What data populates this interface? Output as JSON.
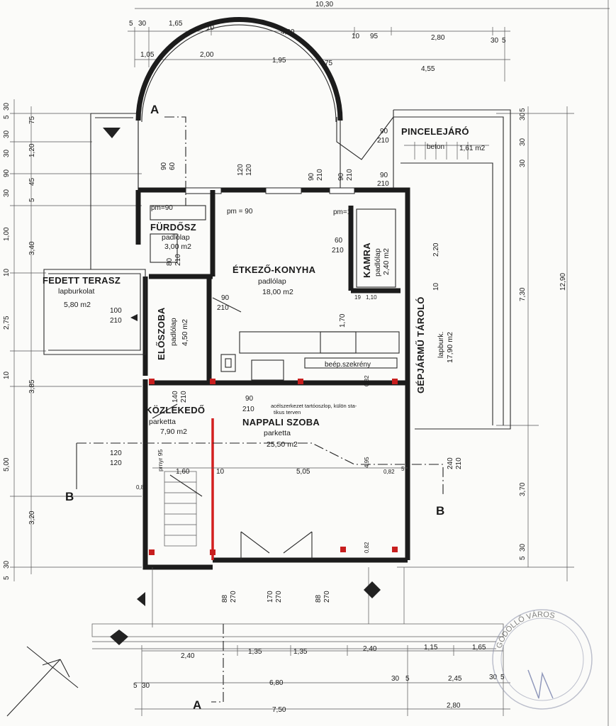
{
  "rooms": {
    "furdoszoba": {
      "name": "FÜRDŐSZ",
      "floor": "padlólap",
      "area": "3,00 m2"
    },
    "etkezo_konyha": {
      "name": "ÉTKEZŐ-KONYHA",
      "floor": "padlólap",
      "area": "18,00 m2"
    },
    "kamra": {
      "name": "KAMRA",
      "floor": "padlólap",
      "area": "2,40 m2"
    },
    "fedett_terasz": {
      "name": "FEDETT TERASZ",
      "floor": "lapburkolat",
      "area": "5,80 m2"
    },
    "eloszoba": {
      "name": "ELŐSZOBA",
      "floor": "padlólap",
      "area": "4,50 m2"
    },
    "kozlekedo": {
      "name": "KÖZLEKEDŐ",
      "floor": "parketta",
      "area": "7,90 m2"
    },
    "nappali": {
      "name": "NAPPALI SZOBA",
      "floor": "parketta",
      "area": "25,50 m2"
    },
    "garazs": {
      "name": "GÉPJÁRMŰ TÁROLÓ",
      "floor": "lapburk.",
      "area": "17,90 m2"
    },
    "pincelejaro": {
      "name": "PINCELEJÁRÓ",
      "floor": "beton",
      "area": "1,61 m2"
    }
  },
  "section_marks": {
    "a": "A",
    "b": "B"
  },
  "notes": {
    "pm_90_a": "pm=90",
    "pm_90_b": "pm = 90",
    "pm_1": "pm=1",
    "beep_szekreny": "beép.szekrény",
    "oszlop_note_1": "acélszerkezet tartóoszlop, külön sta-",
    "oszlop_note_2": "tikus terven",
    "prnyr": "prnyr 95"
  },
  "dims_top": {
    "overall": "10,30",
    "r1": [
      "5",
      "30",
      "1,65",
      "10",
      "4,00",
      "10",
      "95",
      "2,80",
      "30",
      "5"
    ],
    "r2": [
      "1,05",
      "2,00",
      "1,95",
      "75",
      "4,55"
    ]
  },
  "dims_left": [
    "5",
    "30",
    "75",
    "30",
    "1,20",
    "30",
    "90",
    "45",
    "30",
    "5",
    "1,00",
    "3,40",
    "10",
    "2,75",
    "10",
    "3,85",
    "5,00",
    "3,20",
    "5",
    "30"
  ],
  "dims_right": [
    "30",
    "5",
    "30",
    "30",
    "12,90",
    "7,30",
    "3,70",
    "5",
    "30"
  ],
  "dims_bottom": {
    "r1": [
      "2,40",
      "1,35",
      "1,35",
      "2,40",
      "1,15",
      "1,65"
    ],
    "r2": [
      "5",
      "30",
      "6,80",
      "30",
      "5",
      "2,45",
      "30",
      "5"
    ],
    "r3": [
      "7,50",
      "2,80"
    ]
  },
  "doors": {
    "d1": [
      "90",
      "60"
    ],
    "d2": [
      "120",
      "120"
    ],
    "d3": [
      "90",
      "210"
    ],
    "d4": [
      "90",
      "210"
    ],
    "d5": [
      "90",
      "210"
    ],
    "d6": [
      "80",
      "210"
    ],
    "d7": [
      "90",
      "210"
    ],
    "d8": [
      "100",
      "210"
    ],
    "d9": [
      "140",
      "210"
    ],
    "d10": [
      "90",
      "210"
    ],
    "d11": [
      "120",
      "120"
    ],
    "d12": [
      "240",
      "210"
    ],
    "d13": [
      "88",
      "270"
    ],
    "d14": [
      "170",
      "270"
    ],
    "d15": [
      "88",
      "270"
    ],
    "d16": [
      "90",
      "210"
    ],
    "d17": [
      "60",
      "210"
    ]
  },
  "inner_dims": {
    "kitchen_220": "2,20",
    "kitchen_10": "10",
    "kitchen_170": "1,70",
    "kitchen_19": "19",
    "kitchen_110": "1,10",
    "col_082_a": "0,82",
    "col_082_b": "0,82",
    "col_082_c": "0,82",
    "col_082_d": "0,82",
    "living_160": "1,60",
    "living_10": "10",
    "living_505": "5,05",
    "living_495": "4,95",
    "living_5": "5"
  },
  "stamp": {
    "text": "GÖDÖLLŐ VÁROS"
  },
  "colors": {
    "ink": "#1a1a1a",
    "beam": "#d32020",
    "column": "#c81e1e",
    "paper": "#fbfbf9"
  }
}
